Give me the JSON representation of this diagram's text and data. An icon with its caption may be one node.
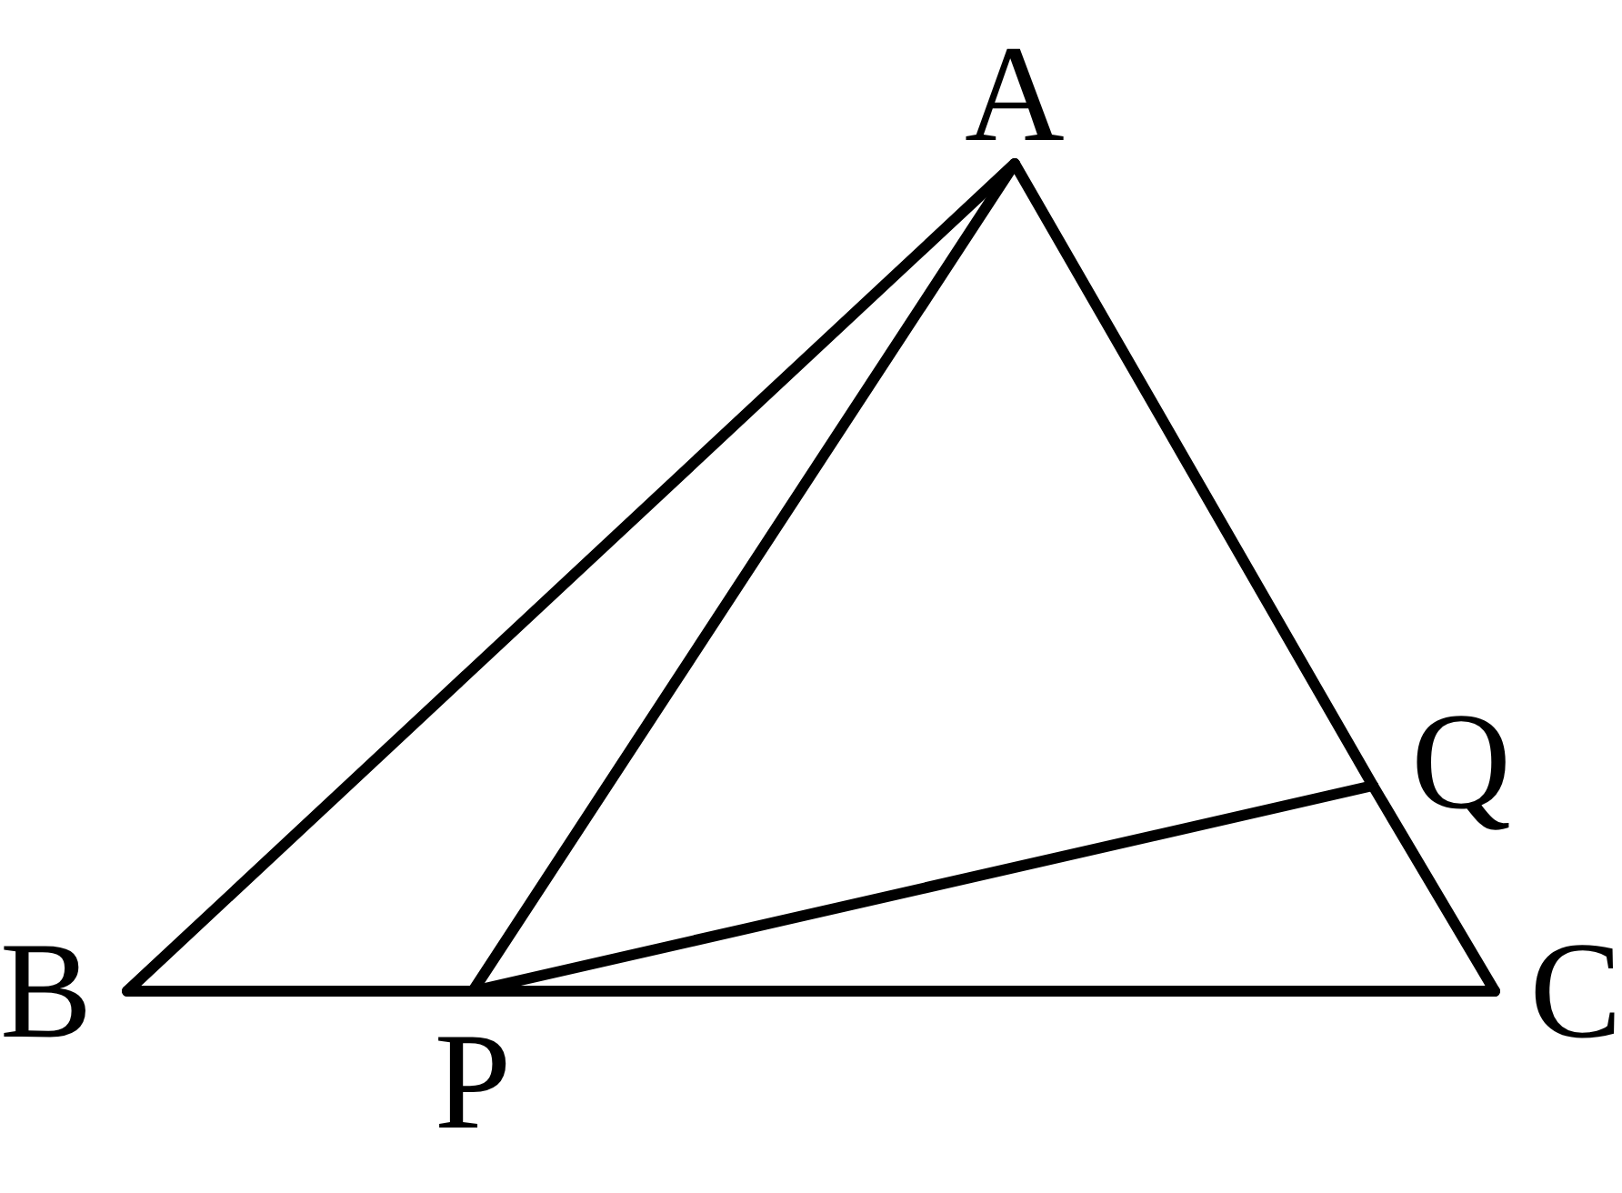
{
  "diagram": {
    "nodes": [
      {
        "text": [
          "A"
        ]
      },
      {
        "text": [
          "Q"
        ]
      },
      {
        "text": [
          "B"
        ]
      },
      {
        "text": [
          "C"
        ]
      },
      {
        "text": [
          "P"
        ]
      }
    ],
    "edges": [
      {
        "from": 0,
        "to": 2,
        "arrow": "none"
      },
      {
        "from": 0,
        "to": 4,
        "arrow": "none"
      },
      {
        "from": 0,
        "to": 1,
        "arrow": "none"
      },
      {
        "from": 1,
        "to": 3,
        "arrow": "none"
      },
      {
        "from": 2,
        "to": 4,
        "arrow": "none"
      },
      {
        "from": 4,
        "to": 3,
        "arrow": "none"
      },
      {
        "from": 4,
        "to": 1,
        "arrow": "none"
      }
    ]
  }
}
